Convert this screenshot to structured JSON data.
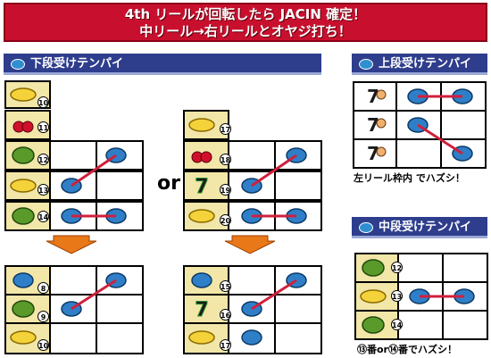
{
  "banner": {
    "line1": "4th リールが回転したら JACIN 確定！",
    "line2": "中リール→右リールとオヤジ打ち！"
  },
  "sections": {
    "lower": "下段受けテンパイ",
    "upper": "上段受けテンパイ",
    "middle": "中段受けテンパイ"
  },
  "connector": "or",
  "notes": {
    "upper": "左リール枠内 でハズシ！",
    "middle": "⑬番or⑭番でハズシ！"
  },
  "numbers": {
    "left_top": [
      "10",
      "11",
      "12",
      "13",
      "14"
    ],
    "mid_top": [
      "17",
      "18",
      "19",
      "20"
    ],
    "left_bottom": [
      "8",
      "9",
      "10"
    ],
    "mid_bottom": [
      "15",
      "16",
      "17"
    ],
    "right_middle": [
      "12",
      "13",
      "14"
    ]
  },
  "colors": {
    "banner": "#c8102e",
    "header": "#2e3d8c",
    "reel_bg": "#f2e6a8",
    "line": "#d0203c",
    "arrow": "#e87818"
  }
}
